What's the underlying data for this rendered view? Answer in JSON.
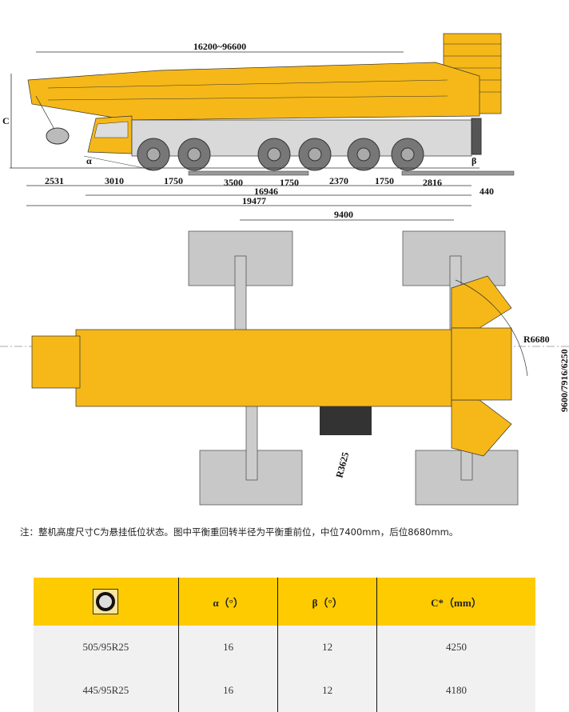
{
  "side_view": {
    "boom_length": "16200~96600",
    "height_label": "C",
    "angle_front": "α",
    "angle_rear": "β",
    "dims_row1": [
      "2531",
      "3010",
      "1750",
      "3500",
      "1750",
      "2370",
      "1750",
      "2816"
    ],
    "dim_wheelbase": "16946",
    "dim_rear": "440",
    "dim_total": "19477"
  },
  "top_view": {
    "outrigger_span": "9400",
    "counterweight_radius": "R6680",
    "outrigger_width": "9600/7916/6250",
    "tail_radius": "R3625"
  },
  "colors": {
    "crane_yellow": "#f5b818",
    "pad_grey": "#c8c8c8",
    "table_header": "#fecb00",
    "table_row": "#f1f1f1"
  },
  "note": "注：整机高度尺寸C为悬挂低位状态。图中平衡重回转半径为平衡重前位，中位7400mm，后位8680mm。",
  "table": {
    "header_icon": "tyre-icon",
    "headers": [
      "α（°）",
      "β（°）",
      "C*（mm）"
    ],
    "rows": [
      {
        "tyre": "505/95R25",
        "alpha": "16",
        "beta": "12",
        "c": "4250"
      },
      {
        "tyre": "445/95R25",
        "alpha": "16",
        "beta": "12",
        "c": "4180"
      }
    ]
  }
}
